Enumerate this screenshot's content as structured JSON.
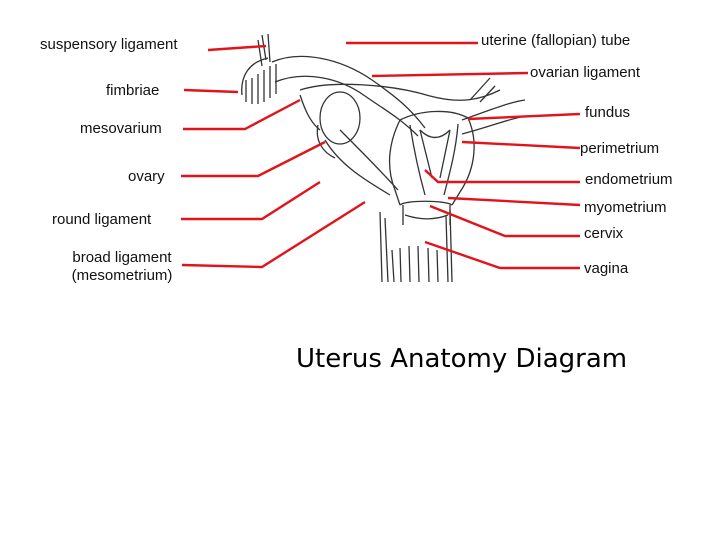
{
  "caption": "Uterus Anatomy Diagram",
  "colors": {
    "leader": "#e0151b",
    "outline": "#333333"
  },
  "labels": {
    "suspensory_ligament": "suspensory ligament",
    "fimbriae": "fimbriae",
    "mesovarium": "mesovarium",
    "ovary": "ovary",
    "round_ligament": "round  ligament",
    "broad_ligament": "broad ligament",
    "mesometrium": "(mesometrium)",
    "uterine_tube": "uterine (fallopian) tube",
    "ovarian_ligament": "ovarian ligament",
    "fundus": "fundus",
    "perimetrium": "perimetrium",
    "endometrium": "endometrium",
    "myometrium": "myometrium",
    "cervix": "cervix",
    "vagina": "vagina"
  }
}
